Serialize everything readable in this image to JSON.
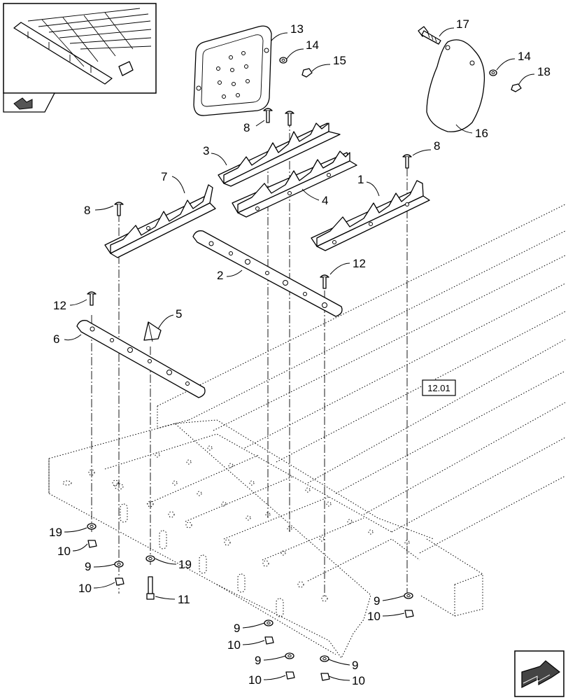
{
  "callouts": [
    "13",
    "14",
    "15",
    "17",
    "14",
    "18",
    "16",
    "8",
    "8",
    "3",
    "4",
    "7",
    "1",
    "8",
    "2",
    "12",
    "12",
    "5",
    "6",
    "19",
    "10",
    "9",
    "10",
    "19",
    "11",
    "9",
    "10",
    "9",
    "10",
    "9",
    "10",
    "9",
    "10"
  ],
  "reference": "12.01"
}
